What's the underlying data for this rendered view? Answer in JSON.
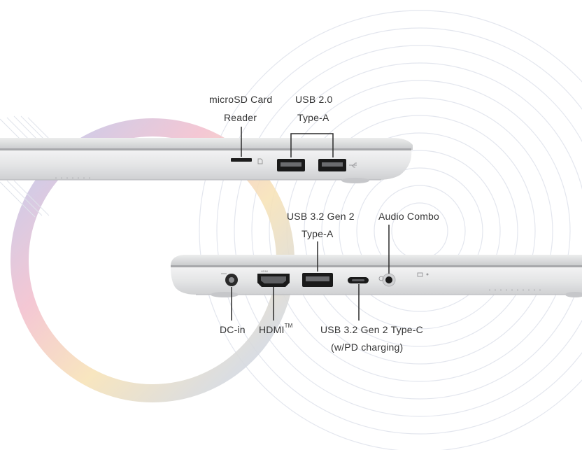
{
  "labels": {
    "microsd_line1": "microSD Card",
    "microsd_line2": "Reader",
    "usb20_line1": "USB 2.0",
    "usb20_line2": "Type-A",
    "usb32a_line1": "USB 3.2 Gen 2",
    "usb32a_line2": "Type-A",
    "audio": "Audio Combo",
    "dcin": "DC-in",
    "hdmi": "HDMI",
    "hdmi_tm": "TM",
    "usbc_line1": "USB 3.2 Gen 2 Type-C",
    "usbc_line2": "(w/PD charging)"
  },
  "port_markings": {
    "hdmi": "HDMI"
  },
  "colors": {
    "background": "#ffffff",
    "chassis": "#d9dadc",
    "chassis_edge": "#b9babd",
    "port_black": "#1a1a1a",
    "callout_line": "#2a2a2a"
  }
}
